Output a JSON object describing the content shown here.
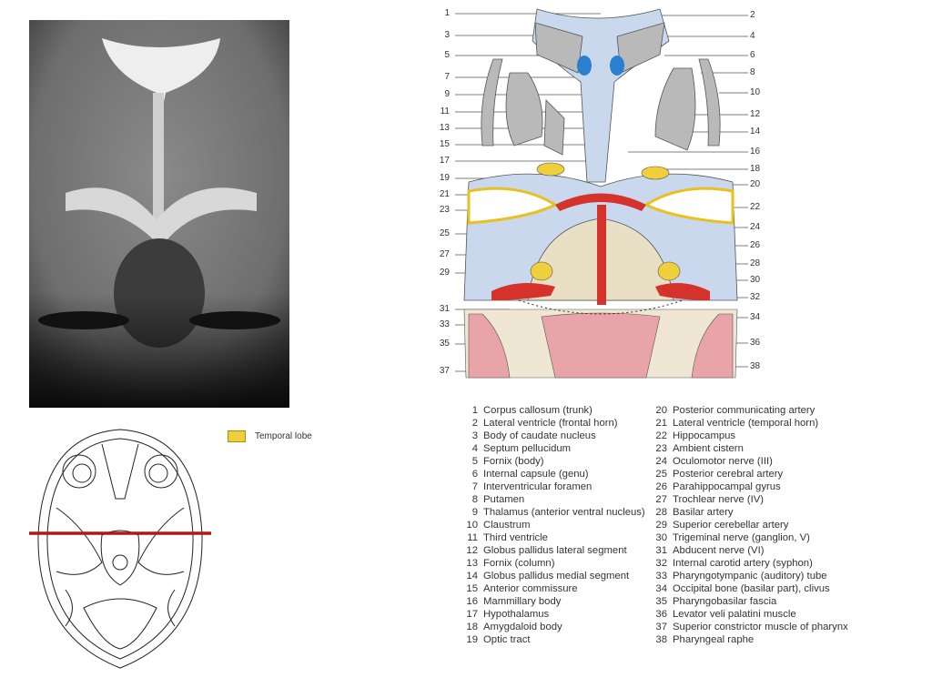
{
  "figure_labels": [
    "1",
    "2",
    "3",
    "4",
    "5",
    "6",
    "7",
    "8",
    "9",
    "10",
    "11",
    "12",
    "13",
    "14",
    "15",
    "16",
    "17",
    "18",
    "19",
    "20",
    "21",
    "22",
    "23",
    "24",
    "25",
    "26",
    "27",
    "28",
    "29",
    "30",
    "31",
    "32",
    "33",
    "34",
    "35",
    "36",
    "37",
    "38"
  ],
  "legend_key": {
    "label": "Temporal lobe",
    "color": "#f0cf3c"
  },
  "legend_left": [
    {
      "n": "1",
      "t": "Corpus callosum (trunk)"
    },
    {
      "n": "2",
      "t": "Lateral ventricle (frontal horn)"
    },
    {
      "n": "3",
      "t": "Body of caudate nucleus"
    },
    {
      "n": "4",
      "t": "Septum pellucidum"
    },
    {
      "n": "5",
      "t": "Fornix (body)"
    },
    {
      "n": "6",
      "t": "Internal capsule (genu)"
    },
    {
      "n": "7",
      "t": "Interventricular foramen"
    },
    {
      "n": "8",
      "t": "Putamen"
    },
    {
      "n": "9",
      "t": "Thalamus (anterior ventral nucleus)"
    },
    {
      "n": "10",
      "t": "Claustrum"
    },
    {
      "n": "11",
      "t": "Third ventricle"
    },
    {
      "n": "12",
      "t": "Globus pallidus lateral segment"
    },
    {
      "n": "13",
      "t": "Fornix (column)"
    },
    {
      "n": "14",
      "t": "Globus pallidus medial segment"
    },
    {
      "n": "15",
      "t": "Anterior commissure"
    },
    {
      "n": "16",
      "t": "Mammillary body"
    },
    {
      "n": "17",
      "t": "Hypothalamus"
    },
    {
      "n": "18",
      "t": "Amygdaloid body"
    },
    {
      "n": "19",
      "t": "Optic tract"
    }
  ],
  "legend_right": [
    {
      "n": "20",
      "t": "Posterior communicating artery"
    },
    {
      "n": "21",
      "t": "Lateral ventricle (temporal horn)"
    },
    {
      "n": "22",
      "t": "Hippocampus"
    },
    {
      "n": "23",
      "t": "Ambient cistern"
    },
    {
      "n": "24",
      "t": "Oculomotor nerve (III)"
    },
    {
      "n": "25",
      "t": "Posterior cerebral artery"
    },
    {
      "n": "26",
      "t": "Parahippocampal gyrus"
    },
    {
      "n": "27",
      "t": "Trochlear nerve (IV)"
    },
    {
      "n": "28",
      "t": "Basilar artery"
    },
    {
      "n": "29",
      "t": "Superior cerebellar artery"
    },
    {
      "n": "30",
      "t": "Trigeminal nerve (ganglion, V)"
    },
    {
      "n": "31",
      "t": "Abducent nerve (VI)"
    },
    {
      "n": "32",
      "t": "Internal carotid artery (syphon)"
    },
    {
      "n": "33",
      "t": "Pharyngotympanic (auditory) tube"
    },
    {
      "n": "34",
      "t": "Occipital bone (basilar part), clivus"
    },
    {
      "n": "35",
      "t": "Pharyngobasilar fascia"
    },
    {
      "n": "36",
      "t": "Levator veli palatini muscle"
    },
    {
      "n": "37",
      "t": "Superior constrictor muscle of pharynx"
    },
    {
      "n": "38",
      "t": "Pharyngeal raphe"
    }
  ]
}
